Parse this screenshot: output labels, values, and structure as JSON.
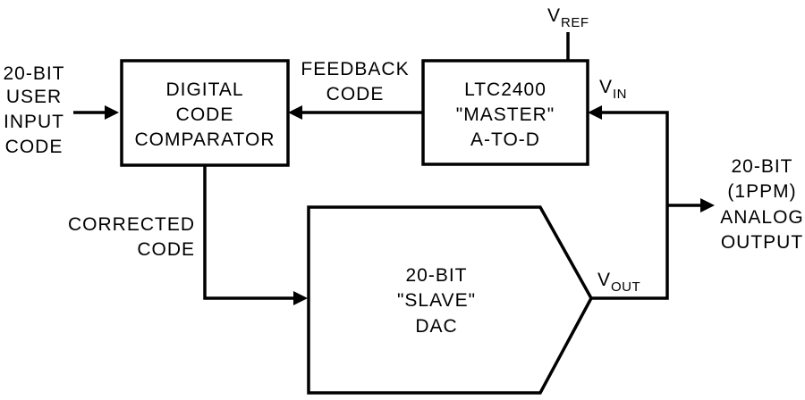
{
  "diagram": {
    "user_input": {
      "line1": "20-BIT",
      "line2": "USER",
      "line3": "INPUT",
      "line4": "CODE"
    },
    "comparator": {
      "line1": "DIGITAL",
      "line2": "CODE",
      "line3": "COMPARATOR"
    },
    "feedback": {
      "line1": "FEEDBACK",
      "line2": "CODE"
    },
    "adc": {
      "line1": "LTC2400",
      "line2": "\"MASTER\"",
      "line3": "A-TO-D"
    },
    "vref": {
      "main": "V",
      "sub": "REF"
    },
    "vin": {
      "main": "V",
      "sub": "IN"
    },
    "corrected": {
      "line1": "CORRECTED",
      "line2": "CODE"
    },
    "dac": {
      "line1": "20-BIT",
      "line2": "\"SLAVE\"",
      "line3": "DAC"
    },
    "vout": {
      "main": "V",
      "sub": "OUT"
    },
    "output": {
      "line1": "20-BIT",
      "line2": "(1PPM)",
      "line3": "ANALOG",
      "line4": "OUTPUT"
    }
  }
}
